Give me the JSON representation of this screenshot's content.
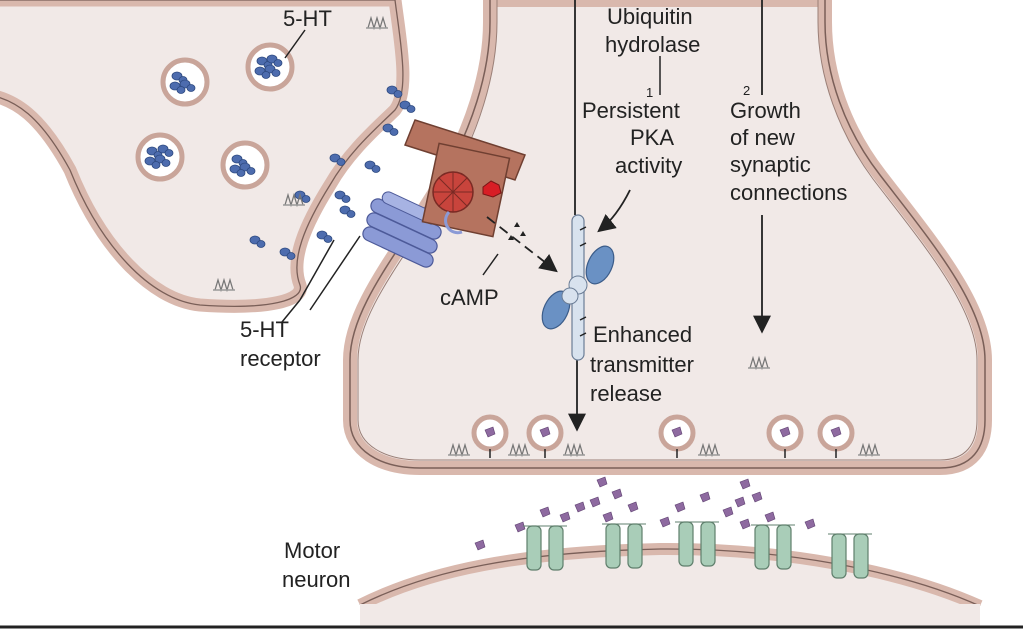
{
  "labels": {
    "ht5": "5-HT",
    "ubiquitin_line1": "Ubiquitin",
    "ubiquitin_line2": "hydrolase",
    "step1_number": "1",
    "step2_number": "2",
    "pka_line1": "Persistent",
    "pka_line2": "PKA",
    "pka_line3": "activity",
    "growth_line1": "Growth",
    "growth_line2": "of new",
    "growth_line3": "synaptic",
    "growth_line4": "connections",
    "camp": "cAMP",
    "enhanced_line1": "Enhanced",
    "enhanced_line2": "transmitter",
    "enhanced_line3": "release",
    "receptor_line1": "5-HT",
    "receptor_line2": "receptor",
    "motor_line1": "Motor",
    "motor_line2": "neuron"
  },
  "colors": {
    "cell_fill": "#f1e9e7",
    "membrane": "#d9b8ad",
    "membrane_dark": "#7a5f58",
    "serotonin": "#4d6cae",
    "receptor": "#8b9ad6",
    "adenylyl_cyclase": "#b5735f",
    "catalytic_red": "#c8443c",
    "pka": "#6a91c4",
    "transmitter": "#8e6aa0",
    "channel": "#a9cdb8"
  }
}
